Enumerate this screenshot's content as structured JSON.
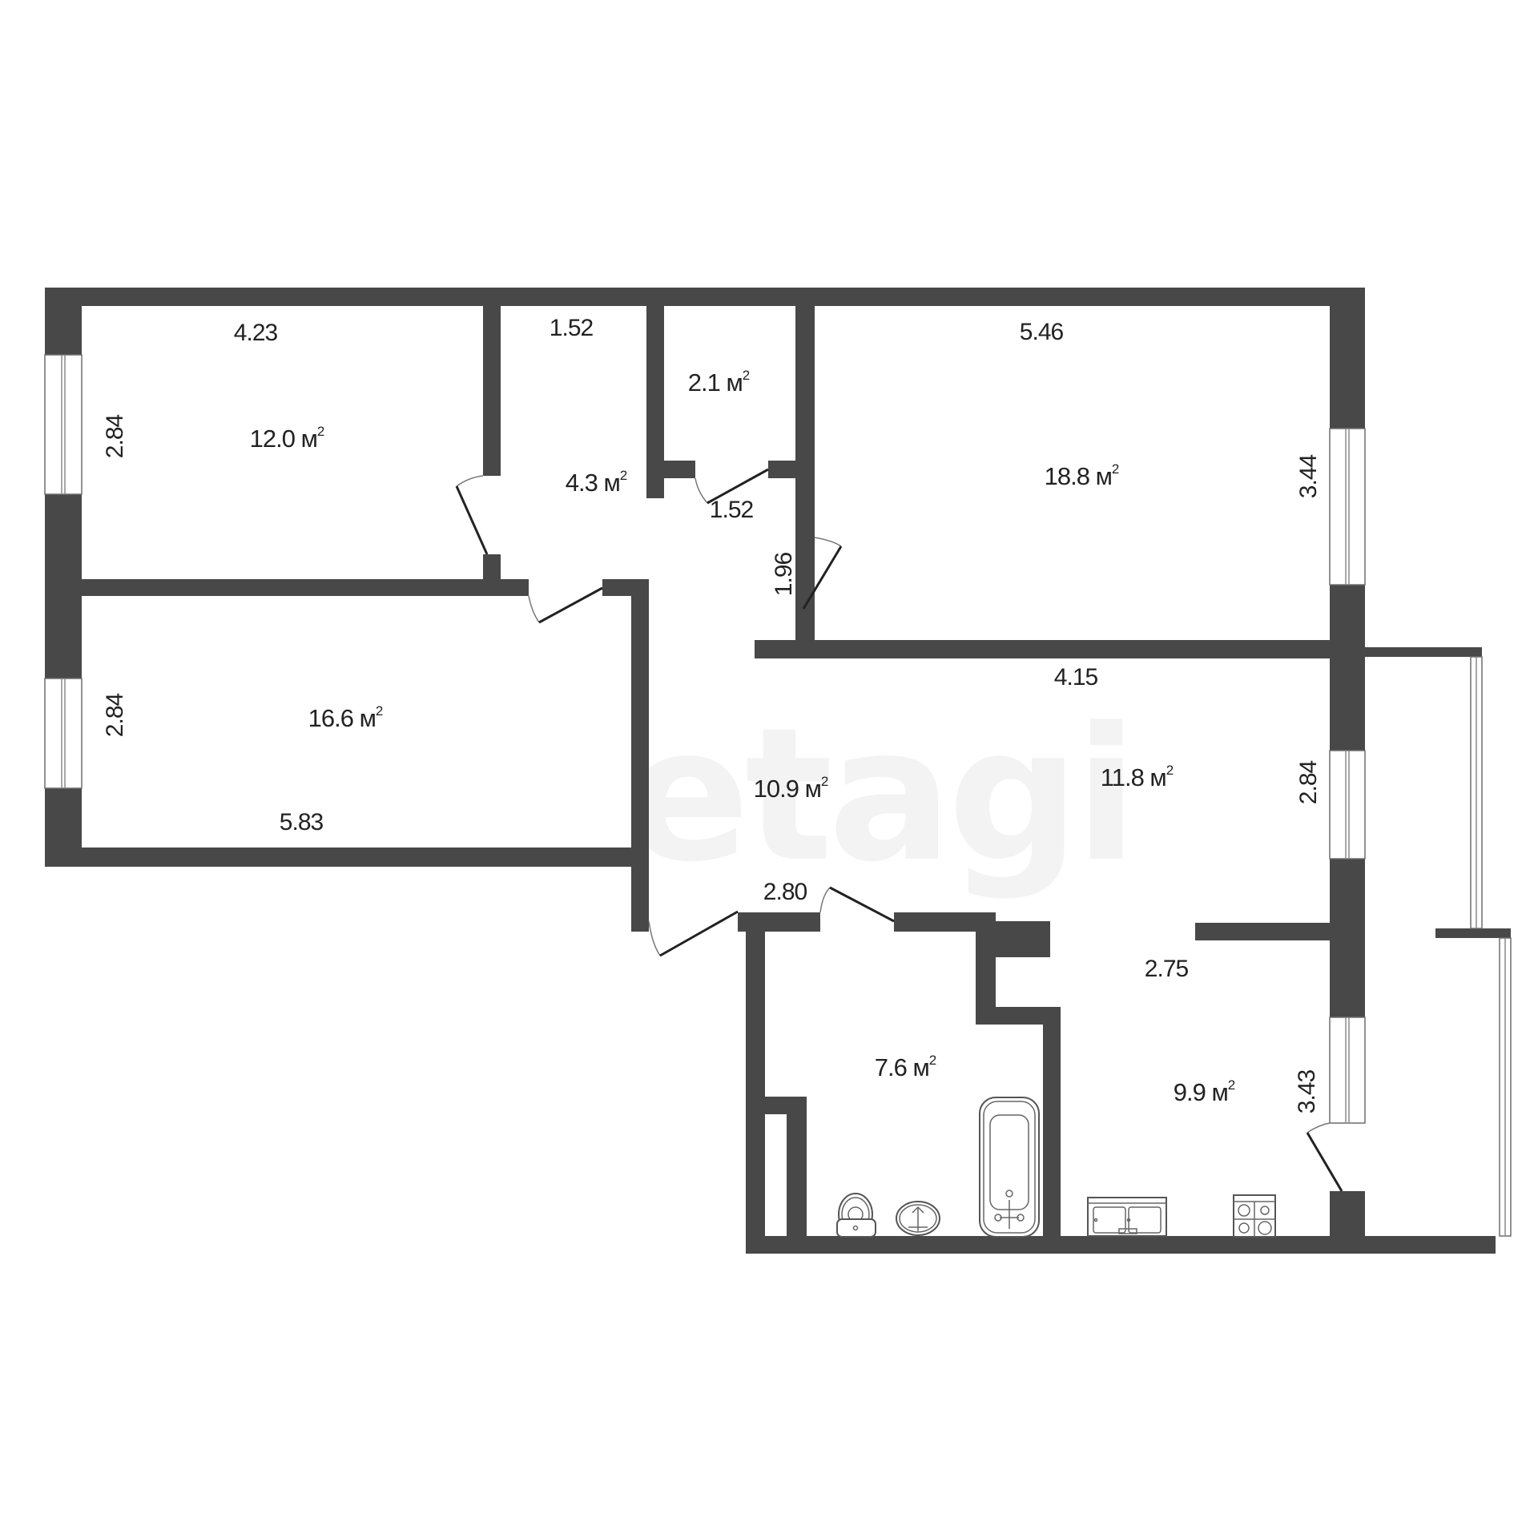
{
  "plan": {
    "type": "apartment-floor-plan",
    "units": "m",
    "area_unit": "м",
    "area_exp": "2",
    "watermark": "etagi",
    "colors": {
      "wall": "#484848",
      "background": "#ffffff",
      "text": "#222222"
    }
  },
  "rooms": [
    {
      "id": "bedroom-1",
      "area": "12.0",
      "dims": {
        "width": "4.23",
        "depth": "2.84"
      }
    },
    {
      "id": "bedroom-2",
      "area": "16.6",
      "dims": {
        "width": "5.83",
        "depth": "2.84"
      }
    },
    {
      "id": "hall-small",
      "area": "4.3",
      "dims": {
        "width": "1.52"
      }
    },
    {
      "id": "storage",
      "area": "2.1",
      "dims": {
        "width": "1.52"
      }
    },
    {
      "id": "living-room",
      "area": "18.8",
      "dims": {
        "width": "5.46",
        "depth": "3.44"
      }
    },
    {
      "id": "corridor",
      "area": "10.9",
      "dims": {
        "depth": "1.96"
      }
    },
    {
      "id": "room-11-8",
      "area": "11.8",
      "dims": {
        "width": "4.15",
        "depth": "2.84"
      }
    },
    {
      "id": "bathroom",
      "area": "7.6",
      "dims": {
        "width": "2.80"
      }
    },
    {
      "id": "kitchen",
      "area": "9.9",
      "dims": {
        "width": "2.75",
        "depth": "3.43"
      }
    }
  ],
  "labels": {
    "a_12": "12.0 м",
    "d_423": "4.23",
    "d_284a": "2.84",
    "a_166": "16.6 м",
    "d_583": "5.83",
    "d_284b": "2.84",
    "d_152a": "1.52",
    "a_43": "4.3 м",
    "a_21": "2.1 м",
    "d_152b": "1.52",
    "d_546": "5.46",
    "a_188": "18.8 м",
    "d_344": "3.44",
    "d_196": "1.96",
    "a_109": "10.9 м",
    "d_415": "4.15",
    "a_118": "11.8 м",
    "d_284c": "2.84",
    "d_280": "2.80",
    "a_76": "7.6 м",
    "d_275": "2.75",
    "a_99": "9.9 м",
    "d_343": "3.43",
    "sq": "2"
  },
  "fixtures": [
    "toilet",
    "washbasin",
    "bathtub",
    "kitchen-sink",
    "stove"
  ]
}
